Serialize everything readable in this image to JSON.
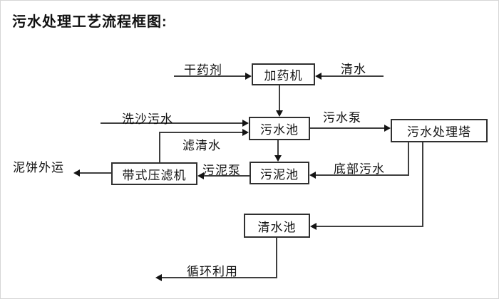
{
  "title": "污水处理工艺流程框图:",
  "nodes": {
    "dosing_machine": "加药机",
    "sewage_pool": "污水池",
    "sewage_treatment_tower": "污水处理塔",
    "sludge_pool": "污泥池",
    "belt_filter_press": "带式压滤机",
    "clean_water_pool": "清水池"
  },
  "edge_labels": {
    "dry_chemical": "干药剂",
    "clean_water": "清水",
    "sand_washing_sewage": "洗沙污水",
    "filtered_water": "滤清水",
    "sewage_pump": "污水泵",
    "sludge_pump": "污泥泵",
    "bottom_sewage": "底部污水",
    "mud_cake_outbound": "泥饼外运",
    "recycling": "循环利用"
  },
  "colors": {
    "line": "#3f3f3f",
    "text": "#111111",
    "background": "#ffffff"
  }
}
